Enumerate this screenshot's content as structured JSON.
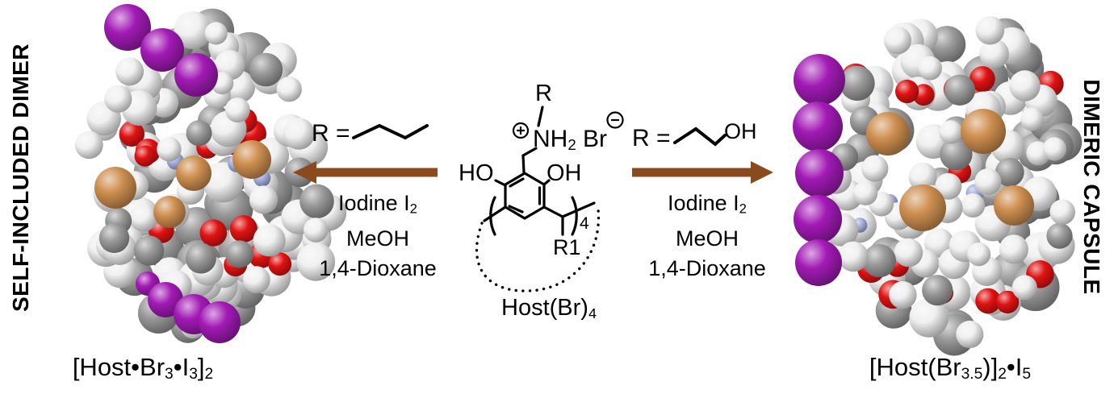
{
  "labels": {
    "left_vertical": "SELF-INCLUDED DIMER",
    "right_vertical": "DIMERIC CAPSULE"
  },
  "captions": {
    "left_parts": [
      {
        "t": "[Host•Br"
      },
      {
        "t": "3",
        "sub": true
      },
      {
        "t": "•I"
      },
      {
        "t": "3",
        "sub": true
      },
      {
        "t": "]"
      },
      {
        "t": "2",
        "sub": true
      }
    ],
    "right_parts": [
      {
        "t": "[Host(Br"
      },
      {
        "t": "3.5",
        "sub": true
      },
      {
        "t": ")]"
      },
      {
        "t": "2",
        "sub": true
      },
      {
        "t": "•I"
      },
      {
        "t": "5",
        "sub": true
      }
    ]
  },
  "reactions": {
    "left": {
      "r_label": "R =",
      "r_group": "propyl chain",
      "conditions": [
        [
          {
            "t": "Iodine I"
          },
          {
            "t": "2",
            "sub": true
          }
        ],
        [
          {
            "t": "MeOH"
          }
        ],
        [
          {
            "t": "1,4-Dioxane"
          }
        ]
      ]
    },
    "right": {
      "r_label": "R =",
      "r_group": "hydroxypropyl chain",
      "r_group_oh": "OH",
      "conditions": [
        [
          {
            "t": "Iodine I"
          },
          {
            "t": "2",
            "sub": true
          }
        ],
        [
          {
            "t": "MeOH"
          }
        ],
        [
          {
            "t": "1,4-Dioxane"
          }
        ]
      ]
    }
  },
  "structure": {
    "r_top": "R",
    "amine": [
      {
        "t": "NH"
      },
      {
        "t": "2",
        "sub": true
      }
    ],
    "counter_ion": "Br",
    "ho_left": "HO",
    "oh_right": "OH",
    "bracket_subscript": "4",
    "r1_label": "R1",
    "host_label": [
      {
        "t": "Host(Br)"
      },
      {
        "t": "4",
        "sub": true
      }
    ]
  },
  "icons": {
    "plus_charge": "⊕",
    "minus_charge": "⊖"
  },
  "colors": {
    "arrow": "#8B4A1E",
    "bond": "#000000",
    "atoms": {
      "iodine": "#A21AB5",
      "bromine": "#CE8F4F",
      "oxygen": "#E01212",
      "carbon": "#9A9A9A",
      "hydrogen": "#F0F0F0",
      "nitrogen": "#A3AEDD"
    }
  },
  "molecules": {
    "left_name": "self-included dimer space-filling model with two triiodide chains",
    "right_name": "dimeric capsule space-filling model with pentaiodide column"
  }
}
